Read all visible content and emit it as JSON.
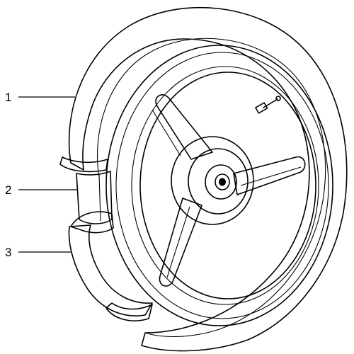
{
  "callouts": [
    {
      "label": "1",
      "part": "tyre"
    },
    {
      "label": "2",
      "part": "inner-tube"
    },
    {
      "label": "3",
      "part": "rim-tape"
    }
  ]
}
